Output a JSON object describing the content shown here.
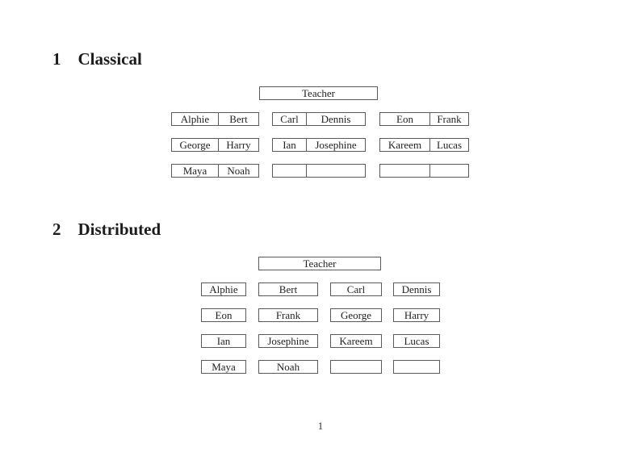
{
  "colors": {
    "ink": "#222222",
    "box_border": "#5a5a5a"
  },
  "page": {
    "number": "1"
  },
  "sections": {
    "classical": {
      "number": "1",
      "title": "Classical",
      "teacher_label": "Teacher",
      "desks": [
        {
          "seats": [
            "Alphie",
            "Bert"
          ]
        },
        {
          "seats": [
            "Carl",
            "Dennis"
          ]
        },
        {
          "seats": [
            "Eon",
            "Frank"
          ]
        },
        {
          "seats": [
            "George",
            "Harry"
          ]
        },
        {
          "seats": [
            "Ian",
            "Josephine"
          ]
        },
        {
          "seats": [
            "Kareem",
            "Lucas"
          ]
        },
        {
          "seats": [
            "Maya",
            "Noah"
          ]
        },
        {
          "seats": [
            "",
            ""
          ]
        },
        {
          "seats": [
            "",
            ""
          ]
        }
      ]
    },
    "distributed": {
      "number": "2",
      "title": "Distributed",
      "teacher_label": "Teacher",
      "seats": [
        "Alphie",
        "Bert",
        "Carl",
        "Dennis",
        "Eon",
        "Frank",
        "George",
        "Harry",
        "Ian",
        "Josephine",
        "Kareem",
        "Lucas",
        "Maya",
        "Noah",
        "",
        ""
      ]
    }
  }
}
